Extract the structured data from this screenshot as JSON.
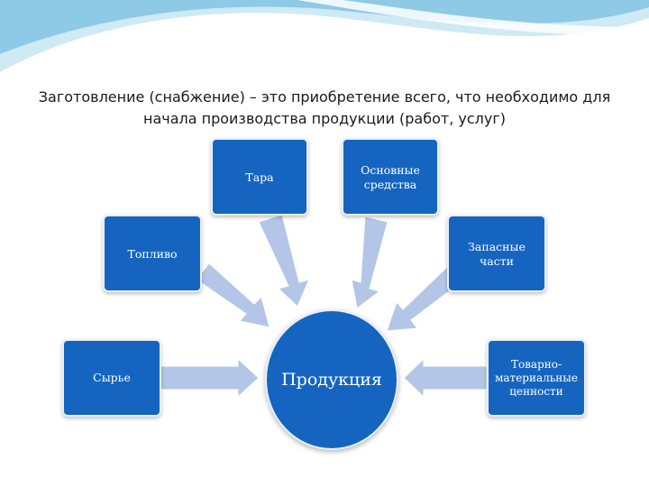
{
  "heading": {
    "line1": "Заготовление (снабжение) – это приобретение всего, что необходимо для",
    "line2": "начала производства продукции (работ, услуг)"
  },
  "center": {
    "label": "Продукция"
  },
  "nodes": {
    "tara": "Тара",
    "osnovnye": "Основные средства",
    "toplivo": "Топливо",
    "zapasnye": "Запасные части",
    "syrye": "Сырье",
    "tovarno": "Товарно-материальные ценности"
  },
  "colors": {
    "box": "#1565c0",
    "arrow": "#b4c6e7",
    "wave_dark": "#8ec9e6",
    "wave_light": "#d7eef8"
  }
}
